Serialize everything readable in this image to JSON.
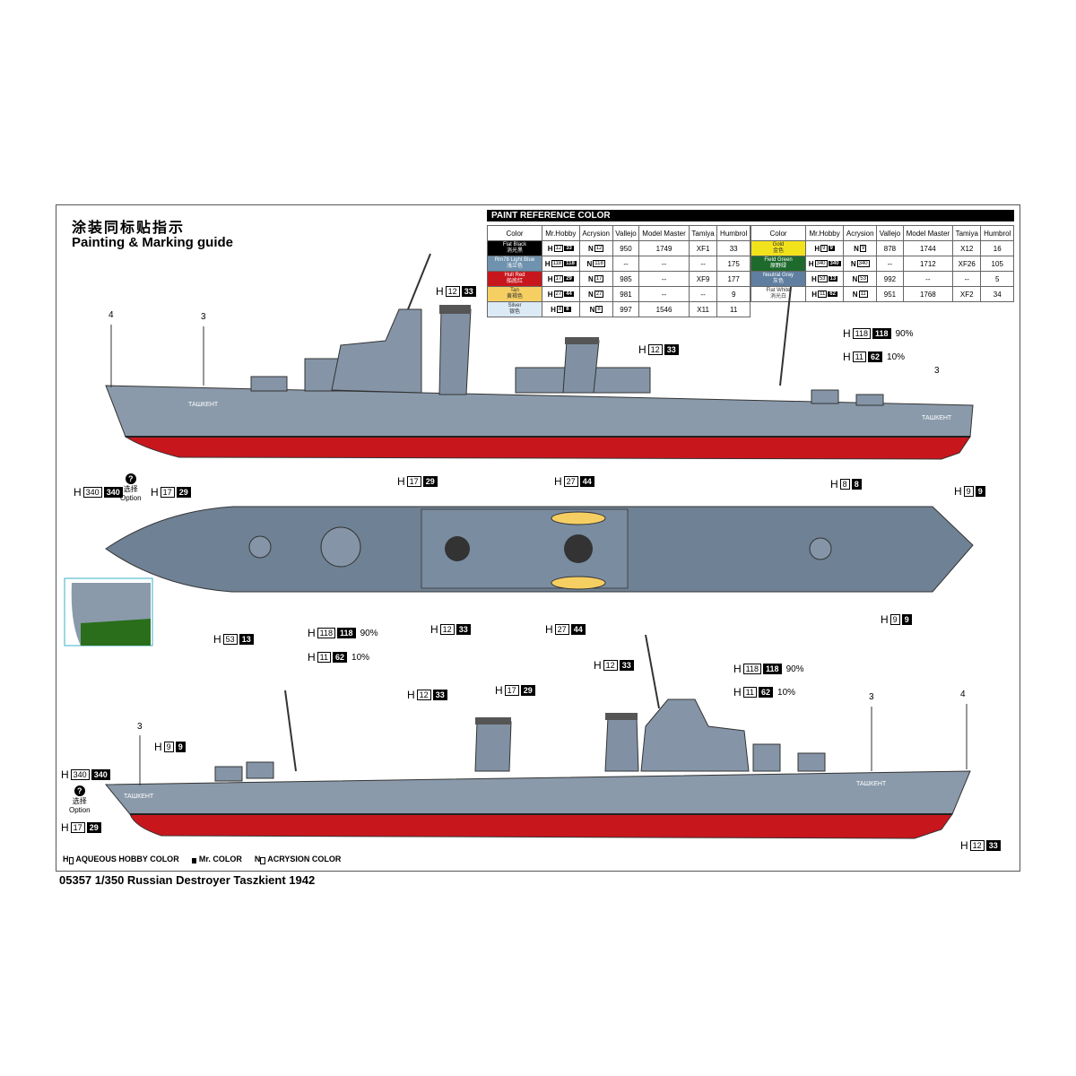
{
  "title_cn": "涂装同标贴指示",
  "title_en": "Painting & Marking guide",
  "table": {
    "heading": "PAINT  REFERENCE COLOR",
    "columns": [
      "Color",
      "Mr.Hobby",
      "Acrysion",
      "Vallejo",
      "Model Master",
      "Tamiya",
      "Humbrol"
    ],
    "left": [
      {
        "name": "Flat Black",
        "cn": "消光黑",
        "color": "#000000",
        "text": "#ffffff",
        "h": [
          "12",
          "33"
        ],
        "n": "12",
        "vallejo": "950",
        "mm": "1749",
        "tamiya": "XF1",
        "humbrol": "33"
      },
      {
        "name": "Rm78 Light Blue",
        "cn": "浅兰色",
        "color": "#6f92ae",
        "text": "#ffffff",
        "h": [
          "118",
          "118"
        ],
        "n": "118",
        "vallejo": "--",
        "mm": "--",
        "tamiya": "--",
        "humbrol": "175"
      },
      {
        "name": "Hull Red",
        "cn": "船底红",
        "color": "#c8161d",
        "text": "#ffffff",
        "h": [
          "17",
          "29"
        ],
        "n": "17",
        "vallejo": "985",
        "mm": "--",
        "tamiya": "XF9",
        "humbrol": "177"
      },
      {
        "name": "Tan",
        "cn": "黄褐色",
        "color": "#f6cf63",
        "text": "#333333",
        "h": [
          "27",
          "44"
        ],
        "n": "27",
        "vallejo": "981",
        "mm": "--",
        "tamiya": "--",
        "humbrol": "9"
      },
      {
        "name": "Silver",
        "cn": "银色",
        "color": "#dbeaf5",
        "text": "#333333",
        "h": [
          "8",
          "8"
        ],
        "n": "8",
        "vallejo": "997",
        "mm": "1546",
        "tamiya": "X11",
        "humbrol": "11"
      }
    ],
    "right": [
      {
        "name": "Gold",
        "cn": "金色",
        "color": "#f2e21c",
        "text": "#333333",
        "h": [
          "9",
          "9"
        ],
        "n": "9",
        "vallejo": "878",
        "mm": "1744",
        "tamiya": "X12",
        "humbrol": "16"
      },
      {
        "name": "Field Green",
        "cn": "原野绿",
        "color": "#1e6a2c",
        "text": "#ffffff",
        "h": [
          "340",
          "340"
        ],
        "n": "340",
        "vallejo": "--",
        "mm": "1712",
        "tamiya": "XF26",
        "humbrol": "105"
      },
      {
        "name": "Neutral Gray",
        "cn": "灰色",
        "color": "#5f7ea0",
        "text": "#ffffff",
        "h": [
          "53",
          "13"
        ],
        "n": "53",
        "vallejo": "992",
        "mm": "--",
        "tamiya": "--",
        "humbrol": "5"
      },
      {
        "name": "Flat White",
        "cn": "消光白",
        "color": "#ffffff",
        "text": "#333333",
        "h": [
          "11",
          "62"
        ],
        "n": "11",
        "vallejo": "951",
        "mm": "1768",
        "tamiya": "XF2",
        "humbrol": "34"
      }
    ]
  },
  "callouts": [
    {
      "a": "12",
      "b": "33"
    },
    {
      "a": "12",
      "b": "33"
    },
    {
      "a": "118",
      "b": "118",
      "p": "90%"
    },
    {
      "a": "11",
      "b": "62",
      "p": "10%"
    },
    {
      "a": "340",
      "b": "340"
    },
    {
      "a": "17",
      "b": "29"
    },
    {
      "a": "17",
      "b": "29"
    },
    {
      "a": "27",
      "b": "44"
    },
    {
      "a": "8",
      "b": "8"
    },
    {
      "a": "9",
      "b": "9"
    },
    {
      "a": "53",
      "b": "13"
    },
    {
      "a": "118",
      "b": "118",
      "p": "90%"
    },
    {
      "a": "11",
      "b": "62",
      "p": "10%"
    },
    {
      "a": "12",
      "b": "33"
    },
    {
      "a": "27",
      "b": "44"
    },
    {
      "a": "9",
      "b": "9"
    },
    {
      "a": "12",
      "b": "33"
    },
    {
      "a": "17",
      "b": "29"
    },
    {
      "a": "12",
      "b": "33"
    },
    {
      "a": "118",
      "b": "118",
      "p": "90%"
    },
    {
      "a": "11",
      "b": "62",
      "p": "10%"
    },
    {
      "a": "9",
      "b": "9"
    },
    {
      "a": "340",
      "b": "340"
    },
    {
      "a": "17",
      "b": "29"
    },
    {
      "a": "12",
      "b": "33"
    }
  ],
  "numbers": [
    "4",
    "3",
    "3",
    "3",
    "4",
    "3"
  ],
  "option": {
    "cn": "选择",
    "en": "Option",
    "mark": "?"
  },
  "ship_name": "ТАШКЕНТ",
  "legend": {
    "h": "AQUEOUS HOBBY COLOR",
    "mr": "Mr. COLOR",
    "n": "ACRYSION COLOR"
  },
  "footer": "05357   1/350  Russian Destroyer Taszkient 1942"
}
